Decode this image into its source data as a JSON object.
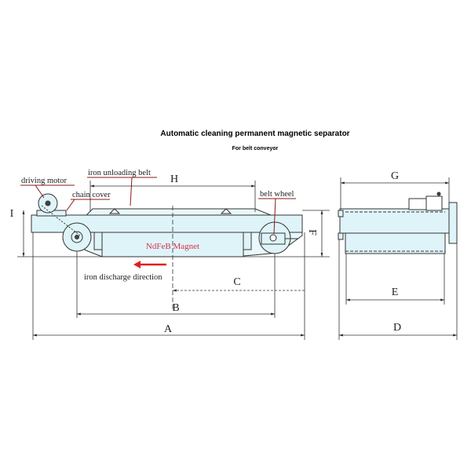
{
  "title": "Automatic cleaning permanent magnetic separator",
  "subtitle": "For belt conveyor",
  "labels": {
    "driving_motor": "driving motor",
    "chain_cover": "chain cover",
    "iron_unloading_belt": "iron unloading belt",
    "belt_wheel": "belt wheel",
    "magnet": "NdFeB Magnet",
    "discharge": "iron discharge direction"
  },
  "dimensions": {
    "H": "H",
    "I": "I",
    "F": "F",
    "C": "C",
    "B": "B",
    "A": "A",
    "G": "G",
    "E": "E",
    "D": "D"
  },
  "colors": {
    "body": "#dff4f8",
    "line": "#333333",
    "leader": "#8b1a1a",
    "arrow": "#e02020",
    "magnet_text": "#d9304a"
  }
}
